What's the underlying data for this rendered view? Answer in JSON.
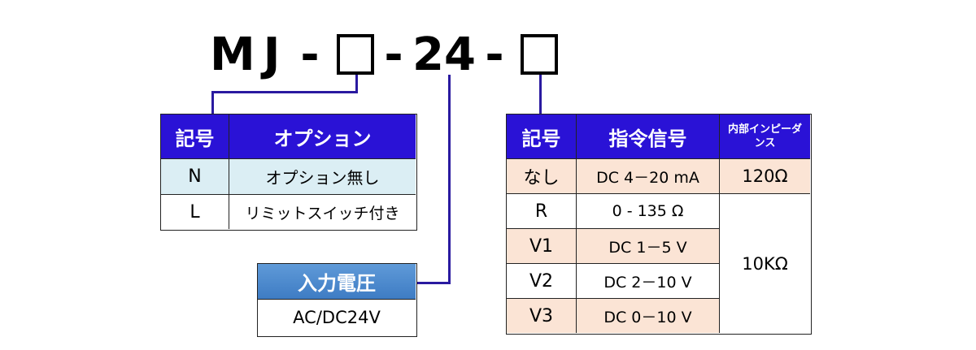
{
  "model_code": {
    "m": "M",
    "j": "J",
    "dash1": "-",
    "dash2": "-",
    "voltage_code": "24",
    "dash3": "-"
  },
  "option_table": {
    "header_code": "記号",
    "header_option": "オプション",
    "rows": [
      {
        "code": "N",
        "option": "オプション無し"
      },
      {
        "code": "L",
        "option": "リミットスイッチ付き"
      }
    ]
  },
  "voltage_table": {
    "header": "入力電圧",
    "value": "AC/DC24V"
  },
  "signal_table": {
    "header_code": "記号",
    "header_signal": "指令信号",
    "header_impedance": "内部インピーダンス",
    "rows": [
      {
        "code": "なし",
        "signal": "DC 4－20 mA"
      },
      {
        "code": "R",
        "signal": "0 - 135 Ω"
      },
      {
        "code": "V1",
        "signal": "DC 1－5  V"
      },
      {
        "code": "V2",
        "signal": "DC 2－10 V"
      },
      {
        "code": "V3",
        "signal": "DC 0－10 V"
      }
    ],
    "impedance_current": "120Ω",
    "impedance_voltage": "10KΩ"
  },
  "colors": {
    "header_blue": "#2a12d6",
    "line_blue": "#2a1aa0",
    "row_light_blue": "#dbeef4",
    "row_peach": "#fbe4d5",
    "voltage_header": "#4a87cc"
  }
}
